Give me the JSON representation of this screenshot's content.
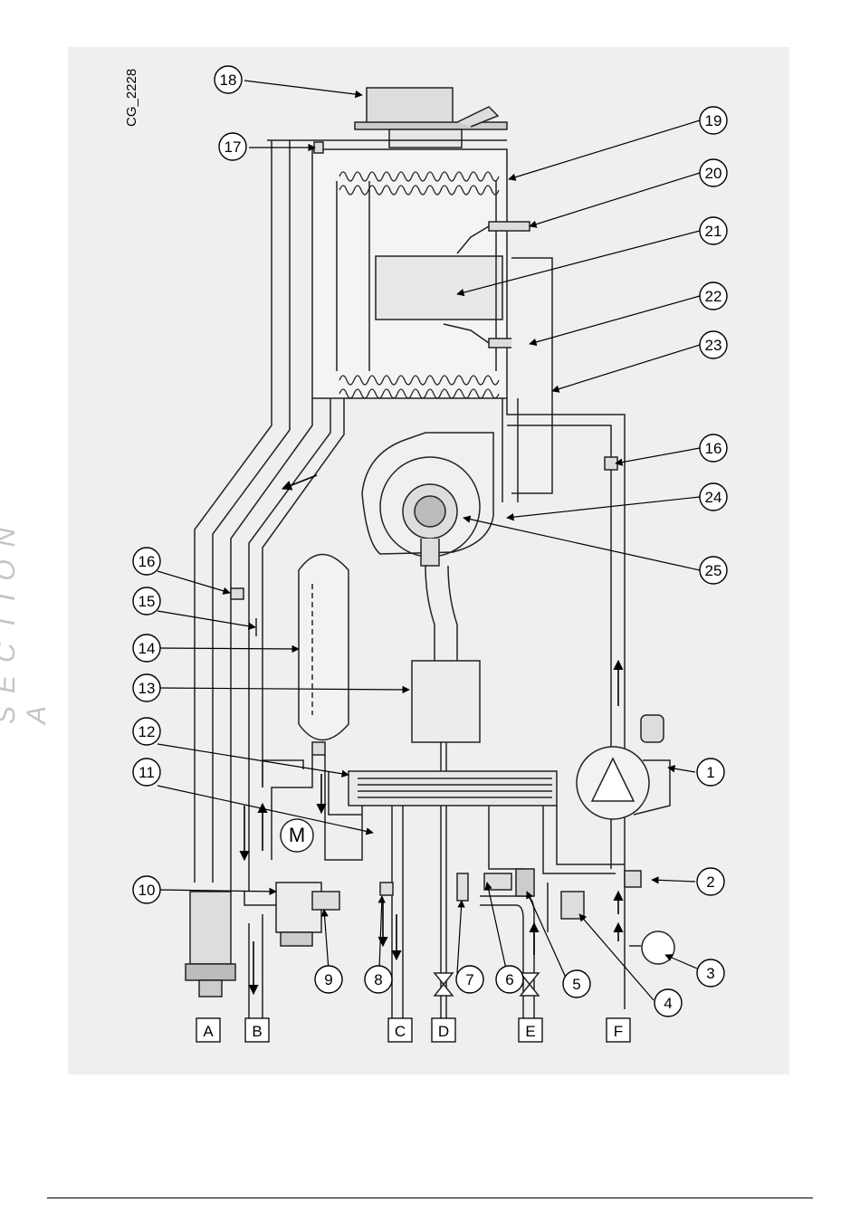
{
  "section_label": "SECTION A",
  "figure_code": "CG_2228",
  "motor_label": "M",
  "callouts": [
    "1",
    "2",
    "3",
    "4",
    "5",
    "6",
    "7",
    "8",
    "9",
    "10",
    "11",
    "12",
    "13",
    "14",
    "15",
    "16",
    "17",
    "18",
    "19",
    "20",
    "21",
    "22",
    "23",
    "24",
    "25"
  ],
  "connections": [
    "A",
    "B",
    "C",
    "D",
    "E",
    "F"
  ]
}
